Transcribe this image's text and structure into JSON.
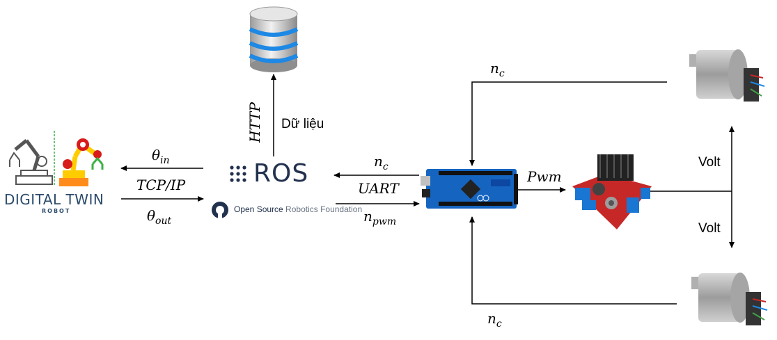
{
  "labels": {
    "theta_in": {
      "base": "θ",
      "sub": "in"
    },
    "tcp_ip": "TCP/IP",
    "theta_out": {
      "base": "θ",
      "sub": "out"
    },
    "http": "HTTP",
    "du_lieu": "Dữ liệu",
    "nc_ros": {
      "base": "n",
      "sub": "c"
    },
    "uart": "UART",
    "npwm": {
      "base": "n",
      "sub": "pwm"
    },
    "pwm": "Pwm",
    "nc_top": {
      "base": "n",
      "sub": "c"
    },
    "nc_bottom": {
      "base": "n",
      "sub": "c"
    },
    "volt_top": "Volt",
    "volt_bottom": "Volt"
  },
  "digital_twin": {
    "title": "DIGITAL TWIN",
    "subtitle": "ROBOT"
  },
  "ros": {
    "name": "ROS",
    "foundation_bold": "Open Source",
    "foundation_light": " Robotics Foundation"
  },
  "icons": {
    "database": "database-icon",
    "digital_twin": "robot-arm-icon",
    "arduino": "arduino-mega-board",
    "driver": "l298n-motor-driver",
    "motor": "dc-gear-motor"
  }
}
